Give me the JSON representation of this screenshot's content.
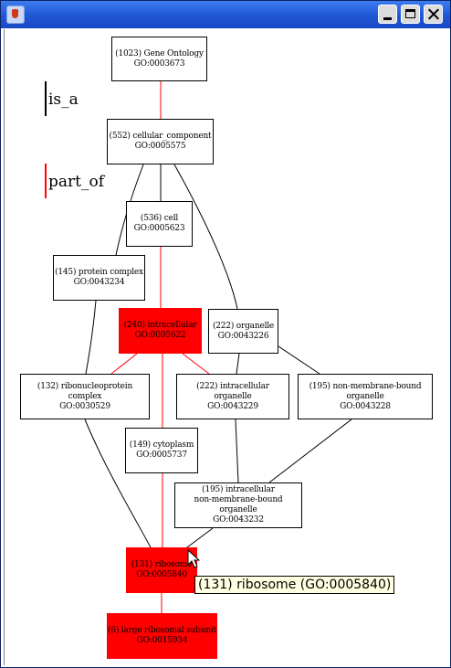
{
  "window": {
    "title": ""
  },
  "legend": [
    {
      "label": "is_a",
      "color": "#000000"
    },
    {
      "label": "part_of",
      "color": "#ff0000"
    }
  ],
  "nodes": {
    "gene_ontology": {
      "name": "(1023) Gene Ontology",
      "id": "GO:0003673"
    },
    "cellular_component": {
      "name": "(552) cellular_component",
      "id": "GO:0005575"
    },
    "cell": {
      "name": "(536) cell",
      "id": "GO:0005623"
    },
    "protein_complex": {
      "name": "(145) protein complex",
      "id": "GO:0043234"
    },
    "intracellular": {
      "name": "(240) intracellular",
      "id": "GO:0005622"
    },
    "organelle": {
      "name": "(222) organelle",
      "id": "GO:0043226"
    },
    "ribonucleoprotein_complex": {
      "name": "(132) ribonucleoprotein complex",
      "id": "GO:0030529"
    },
    "intracellular_organelle": {
      "name": "(222) intracellular organelle",
      "id": "GO:0043229"
    },
    "non_membrane_bound_organelle": {
      "name": "(195) non-membrane-bound organelle",
      "id": "GO:0043228"
    },
    "cytoplasm": {
      "name": "(149) cytoplasm",
      "id": "GO:0005737"
    },
    "intracellular_nmb_organelle": {
      "name_line1": "(195) intracellular",
      "name_line2": "non-membrane-bound organelle",
      "id": "GO:0043232"
    },
    "ribosome": {
      "name": "(131) ribosome",
      "id": "GO:0005840"
    },
    "large_ribosomal_subunit": {
      "name": "(6) large ribosomal subunit",
      "id": "GO:0015934"
    }
  },
  "tooltip": "(131) ribosome (GO:0005840)",
  "colors": {
    "highlight": "#ff0000",
    "is_a": "#000000",
    "part_of": "#ff0000",
    "tooltip_bg": "#ffffe1"
  }
}
